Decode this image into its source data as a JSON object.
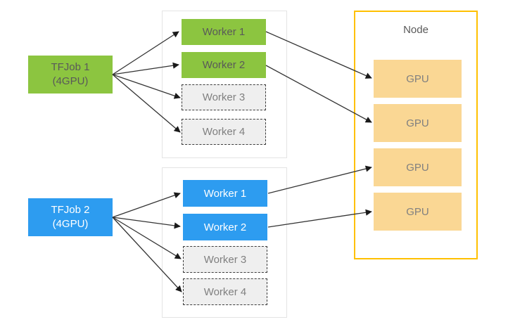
{
  "diagram": {
    "jobs": [
      {
        "name": "TFJob 1",
        "capacity": "(4GPU)",
        "color": "#8CC540"
      },
      {
        "name": "TFJob 2",
        "capacity": "(4GPU)",
        "color": "#2D9CF0"
      }
    ],
    "worker_groups": [
      {
        "job": "TFJob 1",
        "workers": [
          {
            "label": "Worker 1",
            "state": "scheduled"
          },
          {
            "label": "Worker 2",
            "state": "scheduled"
          },
          {
            "label": "Worker 3",
            "state": "pending"
          },
          {
            "label": "Worker 4",
            "state": "pending"
          }
        ]
      },
      {
        "job": "TFJob 2",
        "workers": [
          {
            "label": "Worker 1",
            "state": "scheduled"
          },
          {
            "label": "Worker 2",
            "state": "scheduled"
          },
          {
            "label": "Worker 3",
            "state": "pending"
          },
          {
            "label": "Worker 4",
            "state": "pending"
          }
        ]
      }
    ],
    "node": {
      "title": "Node",
      "gpus": [
        "GPU",
        "GPU",
        "GPU",
        "GPU"
      ]
    },
    "colors": {
      "job1_green": "#8CC540",
      "job2_blue": "#2D9CF0",
      "gpu_fill": "#FAD794",
      "node_border": "#FFC000",
      "pending_fill": "#EFEFEF",
      "pending_border": "#3C3C3C",
      "group_border": "#E4E4E4",
      "text_dark": "#595959",
      "text_gray": "#808080",
      "arrow": "#333333"
    }
  }
}
